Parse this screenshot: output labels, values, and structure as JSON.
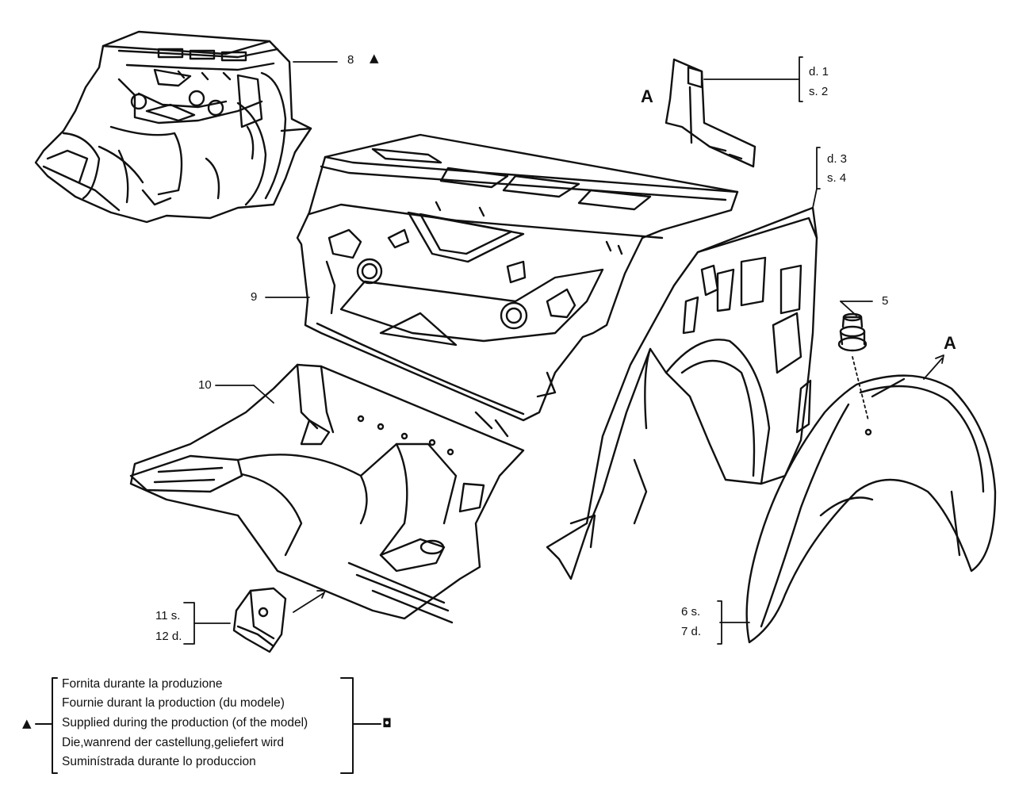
{
  "symbols": {
    "triangle": "▲",
    "square": "◘"
  },
  "callouts": {
    "c8": "8",
    "c9": "9",
    "c10": "10",
    "c5": "5",
    "A_left": "A",
    "A_right": "A",
    "c1": "d. 1",
    "c2": "s. 2",
    "c3": "d. 3",
    "c4": "s. 4",
    "c6": "6   s.",
    "c7": "7   d.",
    "c11": "11  s.",
    "c12": "12  d."
  },
  "legend": {
    "lines": [
      "Fornita durante la produzione",
      "Fournie durant la production (du modele)",
      "Supplied during the production (of the model)",
      "Die,wanrend der castellung,geliefert wird",
      "Suminístrada durante lo produccion"
    ]
  }
}
